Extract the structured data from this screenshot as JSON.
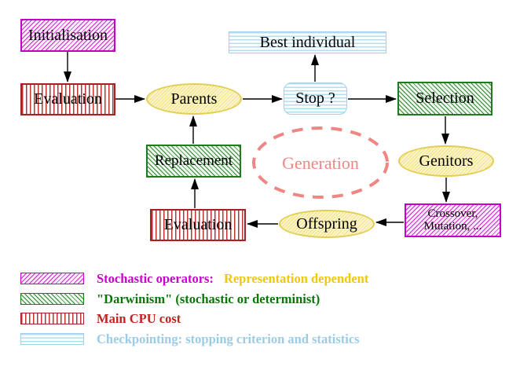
{
  "nodes": {
    "initialisation": "Initialisation",
    "evaluation_top": "Evaluation",
    "parents": "Parents",
    "best_individual": "Best individual",
    "stop": "Stop ?",
    "selection": "Selection",
    "genitors": "Genitors",
    "replacement": "Replacement",
    "generation": "Generation",
    "crossover_line1": "Crossover,",
    "crossover_line2": "Mutation, ...",
    "offspring": "Offspring",
    "evaluation_bottom": "Evaluation"
  },
  "legend": {
    "row1": {
      "part1": "Stochastic operators:",
      "part2": "Representation dependent"
    },
    "row2": {
      "text": "\"Darwinism\" (stochastic or determinist)"
    },
    "row3": {
      "text": "Main CPU cost"
    },
    "row4": {
      "text": "Checkpointing: stopping criterion and statistics"
    }
  },
  "colors": {
    "magenta": "#CC00CC",
    "green": "#1E7B1E",
    "red": "#B22222",
    "cyan": "#A6D8EC",
    "yellow_node": "#E2CE55",
    "gold_text": "#EEC909",
    "salmon": "#EF8683"
  }
}
